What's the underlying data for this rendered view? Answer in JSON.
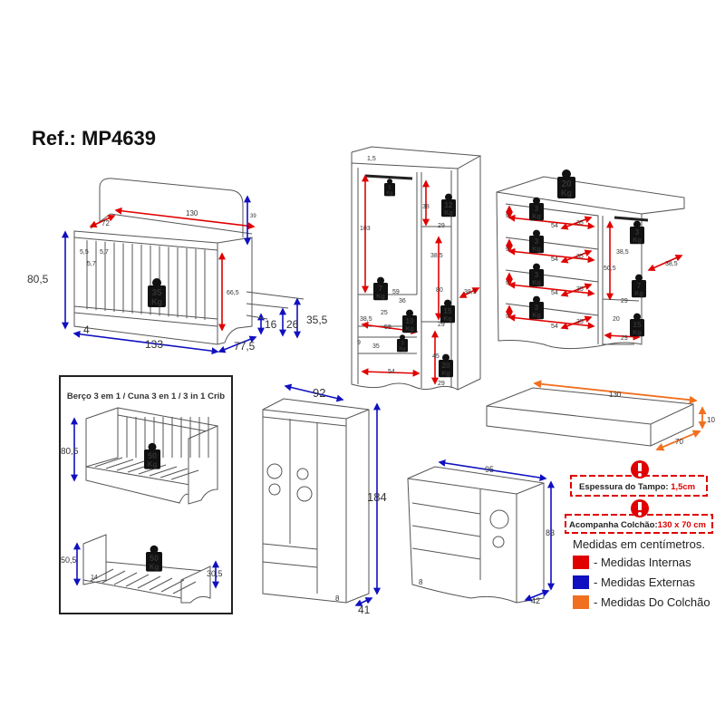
{
  "title": "Ref.: MP4639",
  "colors": {
    "internal": "#e00000",
    "external": "#1010c0",
    "mattress": "#f07020"
  },
  "crib": {
    "dims": [
      "130",
      "72",
      "39",
      "5,5",
      "5,7",
      "5,7",
      "66,5",
      "80,5",
      "133",
      "4",
      "77,5",
      "16",
      "26",
      "35,5"
    ],
    "weight": {
      "value": "35",
      "unit": "Kg"
    }
  },
  "wardrobe_interior": {
    "dims": [
      "1,5",
      "103",
      "38",
      "29",
      "38,5",
      "80",
      "38,5",
      "59",
      "36",
      "25",
      "38,5",
      "59",
      "29",
      "9",
      "35",
      "45",
      "54",
      "29"
    ],
    "weights": [
      {
        "value": "1",
        "unit": "Kg"
      },
      {
        "value": "12",
        "unit": "Kg"
      },
      {
        "value": "7",
        "unit": "Kg"
      },
      {
        "value": "10",
        "unit": "Kg"
      },
      {
        "value": "15",
        "unit": "Kg"
      },
      {
        "value": "3",
        "unit": "Kg"
      },
      {
        "value": "20",
        "unit": "Kg"
      }
    ]
  },
  "dresser_interior": {
    "dims": [
      "9",
      "54",
      "35",
      "9",
      "54",
      "35",
      "9",
      "54",
      "35",
      "9",
      "54",
      "35",
      "38,5",
      "50,5",
      "38,5",
      "29",
      "20",
      "29"
    ],
    "weights": [
      {
        "value": "20",
        "unit": "Kg"
      },
      {
        "value": "3",
        "unit": "Kg"
      },
      {
        "value": "3",
        "unit": "Kg"
      },
      {
        "value": "3",
        "unit": "Kg"
      },
      {
        "value": "3",
        "unit": "Kg"
      },
      {
        "value": "3",
        "unit": "Kg"
      },
      {
        "value": "7",
        "unit": "Kg"
      },
      {
        "value": "15",
        "unit": "Kg"
      }
    ]
  },
  "mattress": {
    "dims": [
      "130",
      "10",
      "70"
    ]
  },
  "crib_conversion": {
    "heading": "Berço 3 em 1 / Cuna 3 en 1 / 3 in 1 Crib",
    "dims": [
      "80,5",
      "50,5",
      "14",
      "30,5"
    ],
    "weights": [
      {
        "value": "50",
        "unit": "Kg"
      },
      {
        "value": "50",
        "unit": "Kg"
      }
    ]
  },
  "wardrobe": {
    "dims": [
      "92",
      "184",
      "8",
      "41"
    ]
  },
  "dresser": {
    "dims": [
      "95",
      "83",
      "8",
      "42"
    ]
  },
  "notices": [
    {
      "label": "Espessura do Tampo:",
      "value": "1,5cm"
    },
    {
      "label": "Acompanha Colchão:",
      "value": "130 x 70 cm"
    }
  ],
  "legend": {
    "heading": "Medidas em centímetros.",
    "items": [
      {
        "label": "- Medidas Internas",
        "color": "#e00000"
      },
      {
        "label": "- Medidas Externas",
        "color": "#1010c0"
      },
      {
        "label": "- Medidas Do Colchão",
        "color": "#f07020"
      }
    ]
  }
}
